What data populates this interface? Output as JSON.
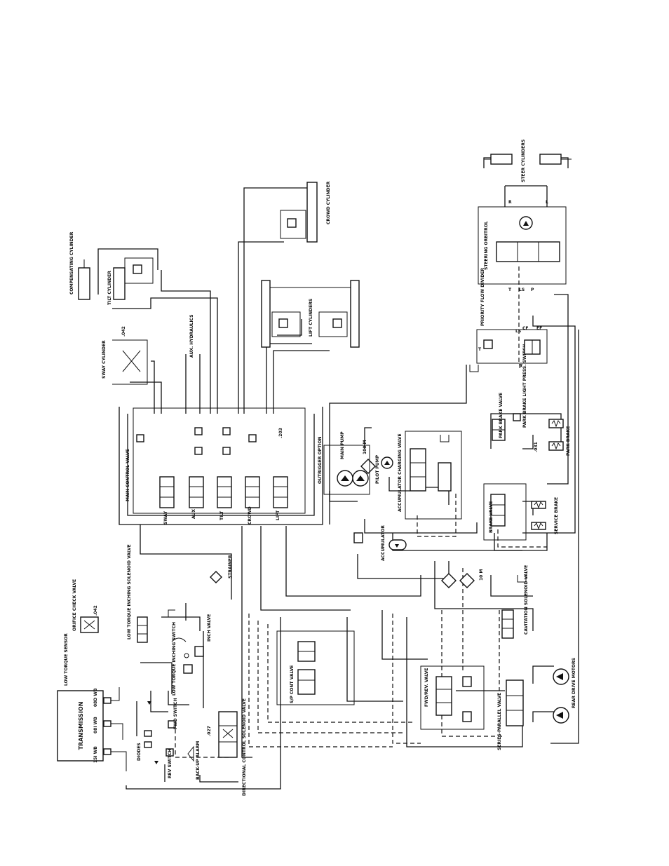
{
  "labels": {
    "transmission": "TRANSMISSION",
    "low_torque_sensor": "LOW TORQUE SENSOR",
    "orifice_check_valve": "ORIFICE CHECK VALVE",
    "low_torque_inching_solenoid_valve": "LOW TORQUE INCHING SOLENOID VALVE",
    "inch_valve": "INCH VALVE",
    "low_torque_inching_switch": "LOW TORQUE INCHING SWITCH",
    "fwd_switch": "FWD SWITCH",
    "rev_switch": "REV SWITCH",
    "diodes": "DIODES",
    "back_up_alarm": "BACK-UP ALARM",
    "directional_control_solenoid_valve": "DIRECTIONAL CONTROL SOLENOID VALVE",
    "sp_cont_valve": "S/P CONT VALVE",
    "fwd_rev_valve": "FWD/REV. VALVE",
    "series_parallel_valve": "SERIES-PARALLEL VALVE",
    "cavitation_solenoid_valve": "CAVITATION SOLENOID VALVE",
    "rear_drive_motors": "REAR DRIVE MOTORS",
    "strainer": "STRAINER",
    "main_control_valve": "MAIN CONTROL VALVE",
    "outrigger_option": "OUTRIGGER OPTION",
    "sway": "SWAY",
    "aux": "AUX",
    "tilt": "TILT",
    "crowd": "CROWD",
    "lift": "LIFT",
    "sway_cylinder": "SWAY CYLINDER",
    "compensating_cylinder": "COMPENSATING CYLINDER",
    "tilt_cylinder": "TILT CYLINDER",
    "aux_hydraulics": "AUX. HYDRAULICS",
    "crowd_cylinder": "CROWD CYLINDER",
    "lift_cylinders": "LIFT CYLINDERS",
    "main_pump": "MAIN PUMP",
    "pilot_pump": "PILOT PUMP",
    "accumulator_charging_valve": "ACCUMULATOR CHARGING VALVE",
    "accumulator": "ACCUMULATOR",
    "brake_valve": "BRAKE VALVE",
    "service_brake": "SERVICE BRAKE",
    "park_brake_valve": "PARK BRAKE VALVE",
    "park_brake": "PARK BRAKE",
    "park_brake_light_press_switch": "PARK BRAKE LIGHT PRESS. SWITCH",
    "priority_flow_divider": "PRIORITY FLOW DIVIDER",
    "steering_orbitrol": "STEERING ORBITROL",
    "steer_cylinders": "STEER CYLINDERS",
    "orifice_042": ".042",
    "orifice_042b": ".042",
    "orifice_031": ".031",
    "orifice_027": ".027",
    "orifice_203": ".203",
    "filter_100": "100 M",
    "filter_10": "10 M",
    "wire_15i": "15I WB",
    "wire_08i": "08I WB",
    "wire_08d": "08D WB",
    "port_p": "P",
    "port_t": "T",
    "port_ls": "LS",
    "port_l": "L",
    "port_r": "R",
    "port_ef": "EF",
    "port_cf": "CF"
  }
}
